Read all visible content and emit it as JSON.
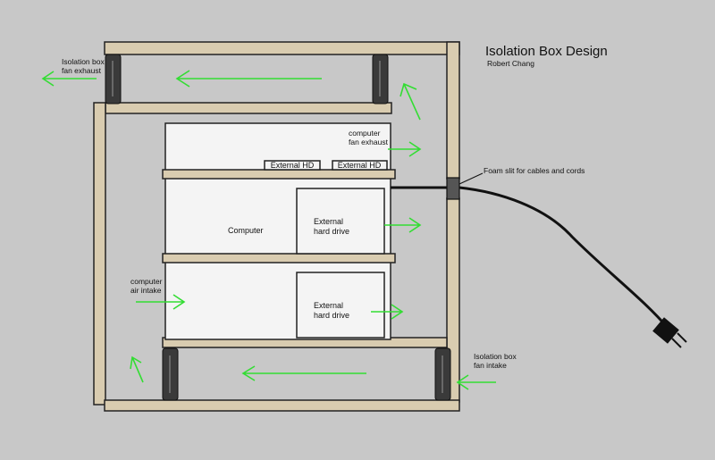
{
  "title": "Isolation Box Design",
  "author": "Robert Chang",
  "labels": {
    "box_exhaust_line1": "Isolation box",
    "box_exhaust_line2": "fan exhaust",
    "box_intake_line1": "Isolation box",
    "box_intake_line2": "fan intake",
    "computer_exhaust_line1": "computer",
    "computer_exhaust_line2": "fan exhaust",
    "computer_intake_line1": "computer",
    "computer_intake_line2": "air intake",
    "external_hd_1": "External HD",
    "external_hd_2": "External HD",
    "computer": "Computer",
    "ext_drive_top_line1": "External",
    "ext_drive_top_line2": "hard drive",
    "ext_drive_bottom_line1": "External",
    "ext_drive_bottom_line2": "hard drive",
    "foam_slit": "Foam slit for cables and cords"
  },
  "colors": {
    "background": "#c8c8c8",
    "wood": "#d9ccb0",
    "airflow_arrow": "#33dd33",
    "fan": "#3a3a3a"
  },
  "icons": [
    "power-plug-icon",
    "airflow-arrow-icon",
    "fan-icon"
  ]
}
